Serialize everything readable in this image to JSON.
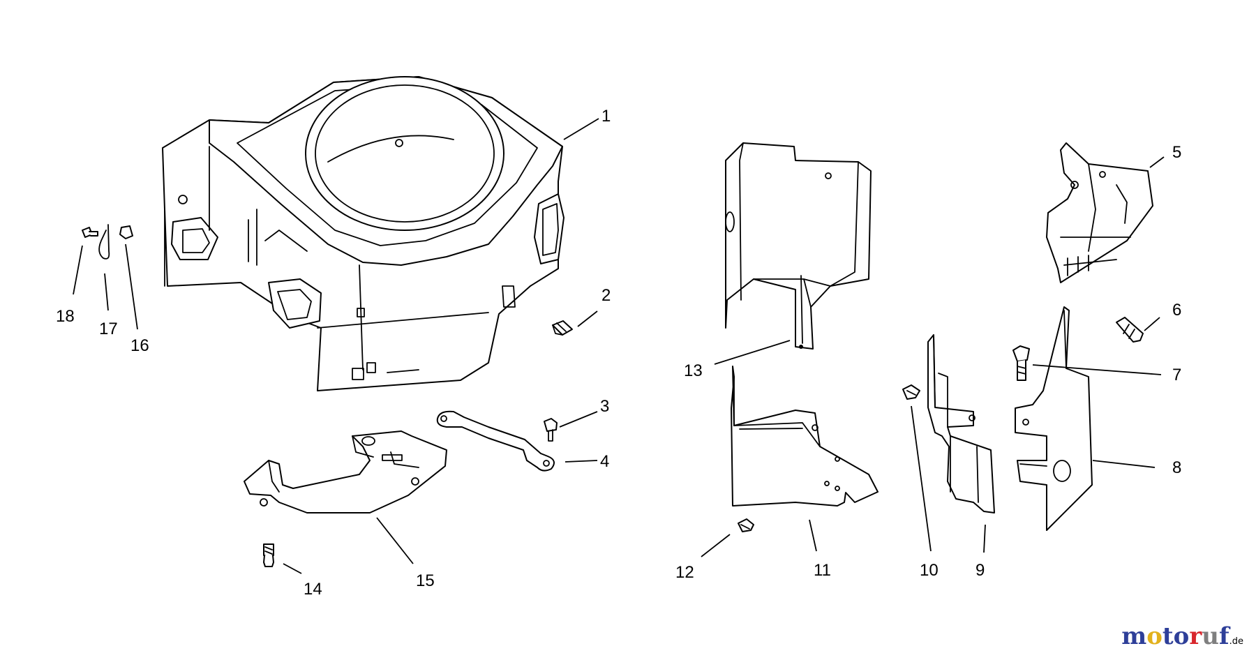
{
  "callouts": [
    "1",
    "2",
    "3",
    "4",
    "5",
    "6",
    "7",
    "8",
    "9",
    "10",
    "11",
    "12",
    "13",
    "14",
    "15",
    "16",
    "17",
    "18"
  ],
  "watermark": {
    "letters": [
      "m",
      "o",
      "t",
      "o",
      "r",
      "u",
      "f"
    ],
    "letter_colors": [
      "#2e3f99",
      "#e2b11c",
      "#2e3f99",
      "#2e3f99",
      "#d8262c",
      "#7f7f7f",
      "#2e3f99"
    ],
    "domain": ".de"
  },
  "colors": {
    "line": "#000000",
    "background": "#ffffff"
  }
}
